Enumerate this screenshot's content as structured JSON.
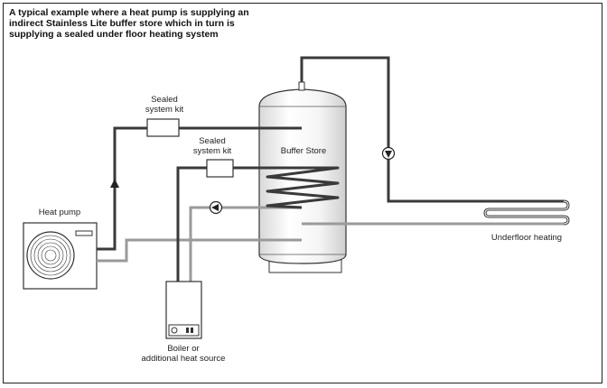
{
  "title": {
    "line1": "A typical example where a heat pump is supplying an",
    "line2": "indirect Stainless Lite buffer store which in turn is",
    "line3": "supplying a sealed under floor heating system"
  },
  "labels": {
    "sealed_kit_1_line1": "Sealed",
    "sealed_kit_1_line2": "system kit",
    "sealed_kit_2_line1": "Sealed",
    "sealed_kit_2_line2": "system kit",
    "buffer_store": "Buffer Store",
    "heat_pump": "Heat pump",
    "underfloor_heating": "Underfloor heating",
    "boiler_line1": "Boiler or",
    "boiler_line2": "additional heat source"
  },
  "colors": {
    "pipe_dark": "#3a3a3a",
    "pipe_grey": "#9a9a9a",
    "outline": "#333333"
  }
}
